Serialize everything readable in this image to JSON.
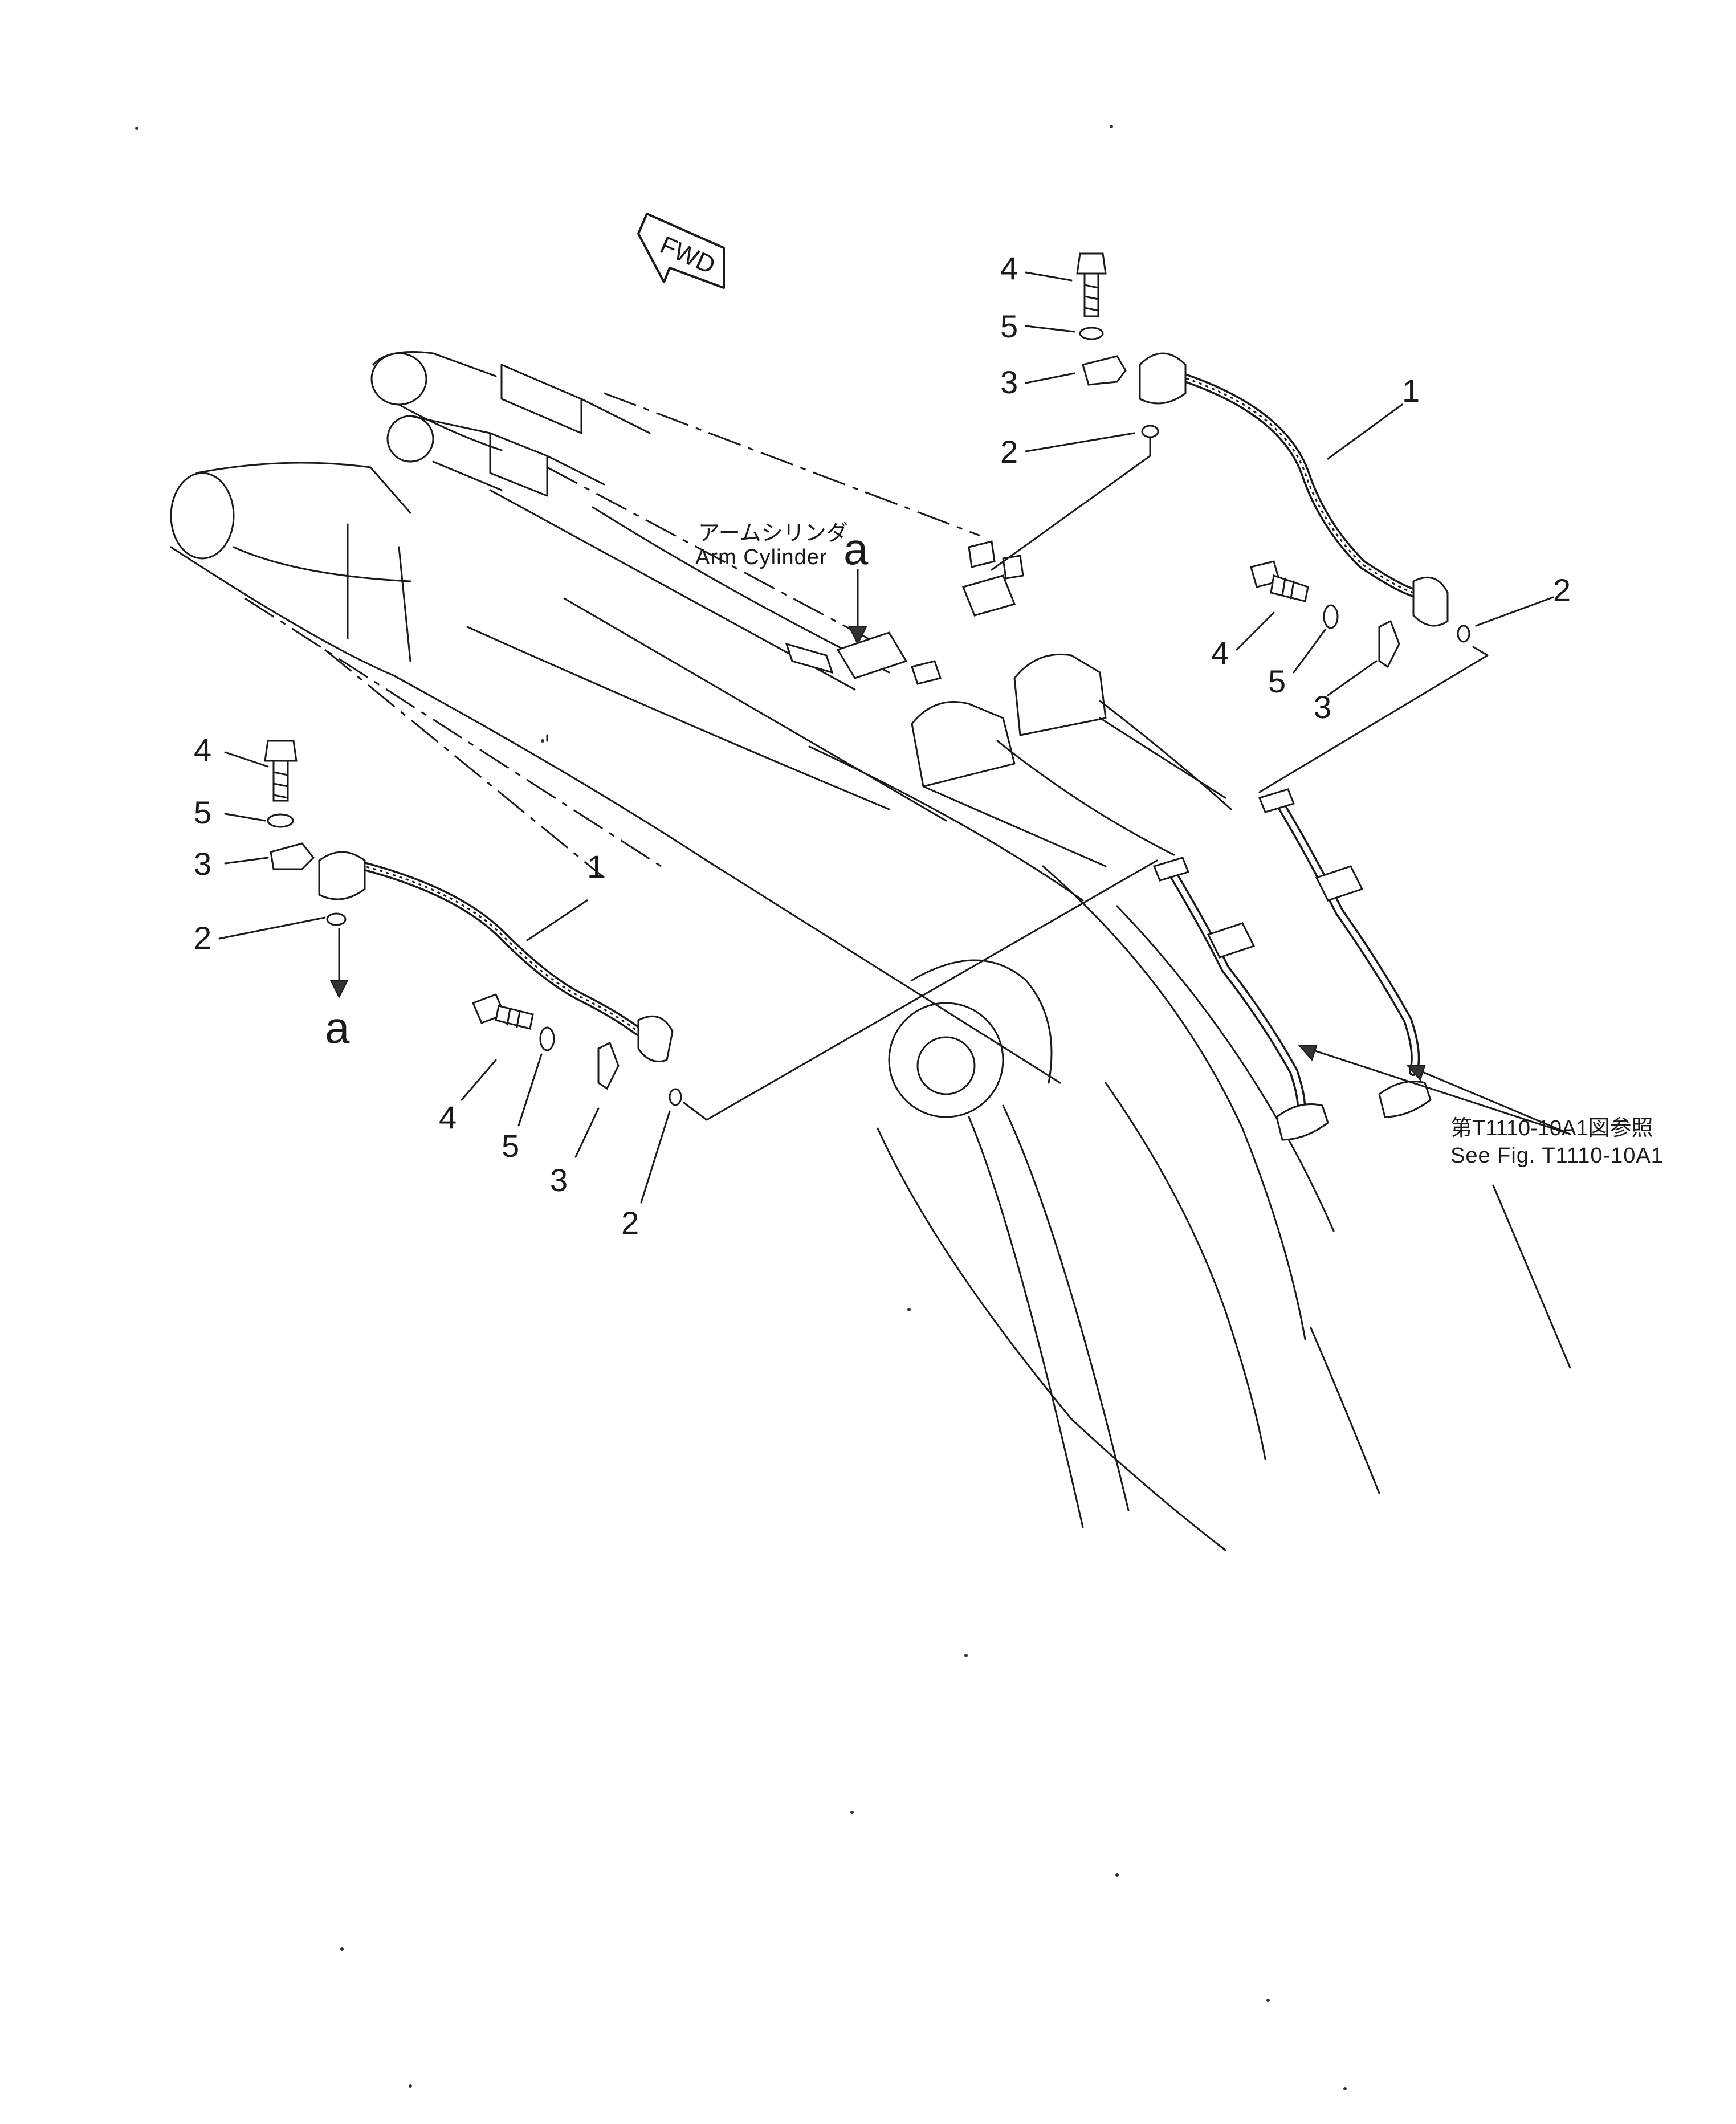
{
  "fwd_label": "FWD",
  "arm_cylinder": {
    "ja": "アームシリンダ",
    "en": "Arm  Cylinder"
  },
  "ref_label": "a",
  "see_fig": {
    "ja": "第T1110-10A1図参照",
    "en": "See  Fig.  T1110-10A1"
  },
  "callouts": {
    "top": {
      "p4": "4",
      "p5": "5",
      "p3": "3",
      "p2": "2",
      "p1": "1"
    },
    "top_right": {
      "p4": "4",
      "p5": "5",
      "p3": "3",
      "p2": "2"
    },
    "left": {
      "p4": "4",
      "p5": "5",
      "p3": "3",
      "p2": "2",
      "p1": "1"
    },
    "bottom": {
      "p4": "4",
      "p5": "5",
      "p3": "3",
      "p2": "2"
    }
  }
}
